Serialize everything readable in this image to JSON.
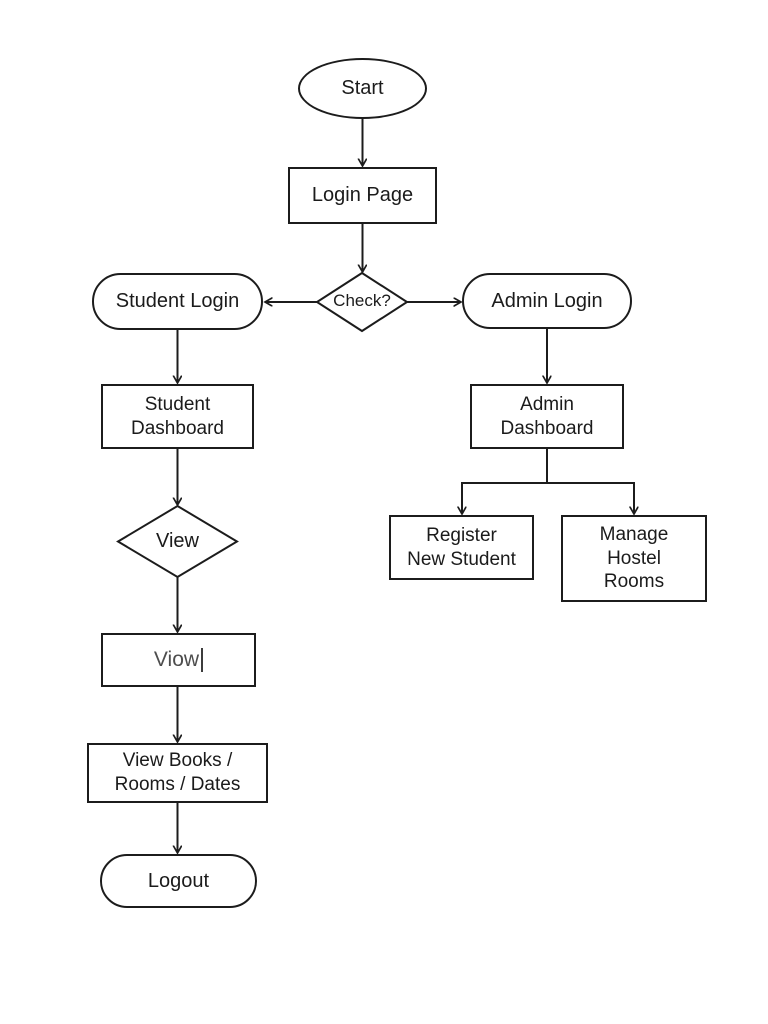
{
  "diagram": {
    "type": "flowchart",
    "colors": {
      "stroke": "#1c1c1c",
      "text": "#1b1b1b",
      "background": "#ffffff",
      "editing_text": "#4d4d4d"
    },
    "nodes": {
      "start": {
        "label": "Start",
        "shape": "ellipse"
      },
      "login_page": {
        "label": "Login Page",
        "shape": "rectangle"
      },
      "check": {
        "label": "Check?",
        "shape": "diamond"
      },
      "student_login": {
        "label": "Student Login",
        "shape": "stadium"
      },
      "admin_login": {
        "label": "Admin Login",
        "shape": "stadium"
      },
      "student_dashboard": {
        "label": "Student\nDashboard",
        "shape": "rectangle"
      },
      "view_decision": {
        "label": "View",
        "shape": "diamond"
      },
      "view_editing": {
        "label": "Viow",
        "shape": "rectangle",
        "text_cursor": true
      },
      "view_books": {
        "label": "View Books /\nRooms / Dates",
        "shape": "rectangle"
      },
      "logout": {
        "label": "Logout",
        "shape": "stadium"
      },
      "admin_dashboard": {
        "label": "Admin\nDashboard",
        "shape": "rectangle"
      },
      "register_new_student": {
        "label": "Register\nNew Student",
        "shape": "rectangle"
      },
      "manage_hostel_rooms": {
        "label": "Manage\nHostel\nRooms",
        "shape": "rectangle"
      }
    },
    "edges": [
      {
        "from": "start",
        "to": "login_page"
      },
      {
        "from": "login_page",
        "to": "check"
      },
      {
        "from": "check",
        "to": "student_login"
      },
      {
        "from": "check",
        "to": "admin_login"
      },
      {
        "from": "student_login",
        "to": "student_dashboard"
      },
      {
        "from": "student_dashboard",
        "to": "view_decision"
      },
      {
        "from": "view_decision",
        "to": "view_editing"
      },
      {
        "from": "view_editing",
        "to": "view_books"
      },
      {
        "from": "view_books",
        "to": "logout"
      },
      {
        "from": "admin_login",
        "to": "admin_dashboard"
      },
      {
        "from": "admin_dashboard",
        "to": "register_new_student"
      },
      {
        "from": "admin_dashboard",
        "to": "manage_hostel_rooms"
      }
    ]
  }
}
